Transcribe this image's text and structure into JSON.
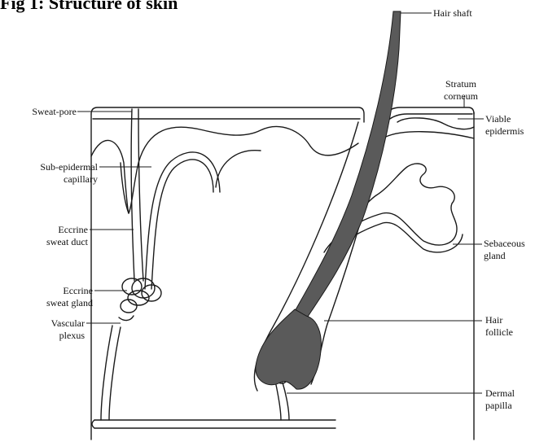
{
  "figure": {
    "title": "Fig 1: Structure of skin"
  },
  "labels": {
    "hair_shaft": [
      "Hair shaft"
    ],
    "stratum_corneum": [
      "Stratum",
      "corneum"
    ],
    "viable_epidermis": [
      "Viable",
      "epidermis"
    ],
    "sebaceous_gland": [
      "Sebaceous",
      "gland"
    ],
    "hair_follicle": [
      "Hair",
      "follicle"
    ],
    "dermal_papilla": [
      "Dermal",
      "papilla"
    ],
    "sweat_pore": [
      "Sweat-pore"
    ],
    "sub_epidermal_capillary": [
      "Sub-epidermal",
      "capillary"
    ],
    "eccrine_sweat_duct": [
      "Eccrine",
      "sweat duct"
    ],
    "eccrine_sweat_gland": [
      "Eccrine",
      "sweat gland"
    ],
    "vascular_plexus": [
      "Vascular",
      "plexus"
    ]
  },
  "colors": {
    "line": "#1a1a1a",
    "hair": "#5a5a5a",
    "background": "#ffffff"
  }
}
